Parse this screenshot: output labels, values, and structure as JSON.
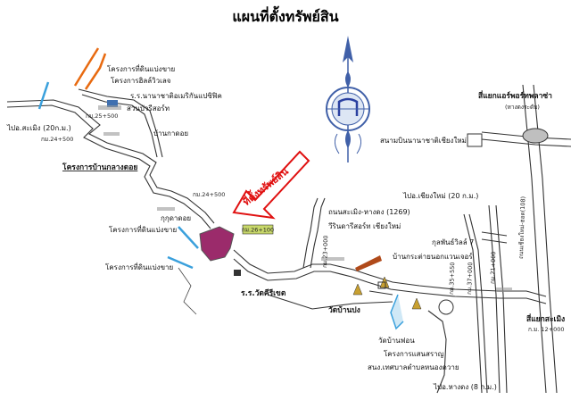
{
  "title": "แผนที่ตั้งทรัพย์สิน",
  "property_marker": "ที่ตั้งทรัพย์สิน",
  "labels": {
    "proj_dinbaengkai": "โครงการที่ดินแบ่งขาย",
    "proj_hill_view": "โครงการฮิลล์วิวเลจ",
    "school_international": "ร.ร.นานาชาติอเมริกันแปซิฟิค",
    "suan_bua_resort": "สวนบัวรีสอร์ท",
    "ban_kadoi": "บ้านกาดอย",
    "to_samoeng": "ไปอ.สะเมิง (20ก.ม.)",
    "km_24_500_left": "กม.24+500",
    "proj_ban_klang_doi": "โครงการบ้านกลางดอย",
    "km_24_500_mid": "กม.24+500",
    "kukda_doi": "กุกุดาดอย",
    "proj_dinbaengkai_2": "โครงการที่ดินแบ่งขาย",
    "proj_dinbaengkai_3": "โครงการที่ดินแบ่งขาย",
    "km_box": "กม.26+100",
    "school_wat_khiri": "ร.ร.วัดคีรีเขต",
    "road_samoeng_handong": "ถนนสะเมิง-หางดง (1269)",
    "viriyadara_resort": "วีรินดารีสอร์ท เชียงใหม่",
    "to_chiang_mai": "ไปอ.เชียงใหม่ (20 ก.ม.)",
    "golf_royal": "กุลพันธ์วิลล์ 7",
    "ban_kra_tai": "บ้านกระต่ายนอกแวนเจอร์",
    "wat_ban_pong": "วัดบ้านปง",
    "wat_ban_fon": "วัดบ้านฟอน",
    "proj_saensaran": "โครงการแสนสราญ",
    "office_nong_kwai": "สนง.เทศบาลตำบลหนองควาย",
    "to_hang_dong": "ไปอ.หางดง (8 ก.ม.)",
    "airport_junction": "สี่แยกแอร์พอร์ทพลาซ่า",
    "airport_junction_sub": "(หางดงระดับ)",
    "airport": "สนามบินนานาชาติเชียงใหม่",
    "samoeng_junction": "สี่แยกสะเมิง",
    "samoeng_junction_km": "ก.ม. 12+000",
    "road_highway": "ถนนเชียงใหม่-ฮอด(108)",
    "small_km_1": "กม.25+500",
    "small_km_2": "กม.35+550",
    "small_km_3": "กม.37+000",
    "small_km_4": "กม.23+000",
    "small_km_5": "กม.21+000"
  },
  "colors": {
    "property_fill": "#9b2b6b",
    "marker_red": "#e01010",
    "river_blue": "#3aa0dc",
    "orange_project": "#e86a10",
    "compass_blue": "#4060a8",
    "km_box_fill": "#c8d86a"
  },
  "icons": [
    "compass-icon",
    "temple-icon",
    "school-icon",
    "resort-icon"
  ]
}
